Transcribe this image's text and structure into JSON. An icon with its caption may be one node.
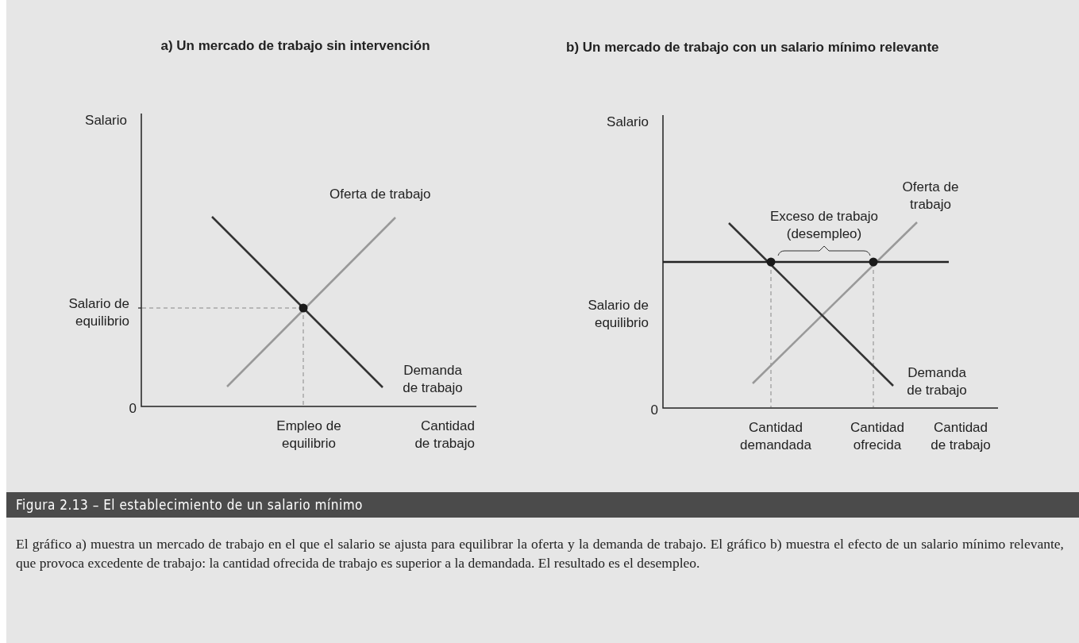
{
  "diagram": {
    "title": "Figura 2.13 – El establecimiento de un salario mínimo",
    "caption": "El gráfico a) muestra un mercado de trabajo en el que el salario se ajusta para equilibrar la oferta y la demanda de trabajo. El gráfico b) muestra el efecto de un salario mínimo relevante, que provoca excedente de trabajo: la cantidad ofrecida de trabajo es superior a la demandada. El resultado es el desempleo.",
    "labels": [
      "a) Un mercado de trabajo sin intervención",
      "Salario",
      "Oferta de trabajo",
      "Salario de equilibrio",
      "Demanda de trabajo",
      "0",
      "Empleo de equilibrio",
      "Cantidad de trabajo",
      "b) Un mercado de trabajo con un salario mínimo relevante",
      "Salario",
      "Oferta de trabajo",
      "Exceso de trabajo (desempleo)",
      "Salario de equilibrio",
      "Demanda de trabajo",
      "0",
      "Cantidad demandada",
      "Cantidad ofrecida",
      "Cantidad de trabajo"
    ]
  }
}
